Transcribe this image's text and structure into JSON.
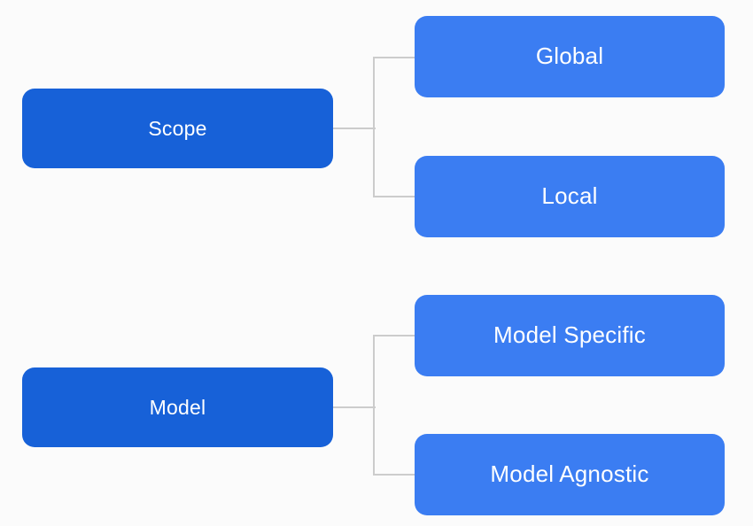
{
  "diagram": {
    "type": "hierarchy-tree",
    "orientation": "left-to-right",
    "background_color": "#fbfbfb",
    "connector_color": "#cccccc",
    "parent_node_color": "#1761d8",
    "child_node_color": "#3b7df2",
    "node_text_color": "#ffffff",
    "groups": [
      {
        "id": "scope",
        "parent": {
          "label": "Scope"
        },
        "children": [
          {
            "label": "Global"
          },
          {
            "label": "Local"
          }
        ]
      },
      {
        "id": "model",
        "parent": {
          "label": "Model"
        },
        "children": [
          {
            "label": "Model Specific"
          },
          {
            "label": "Model Agnostic"
          }
        ]
      }
    ]
  }
}
